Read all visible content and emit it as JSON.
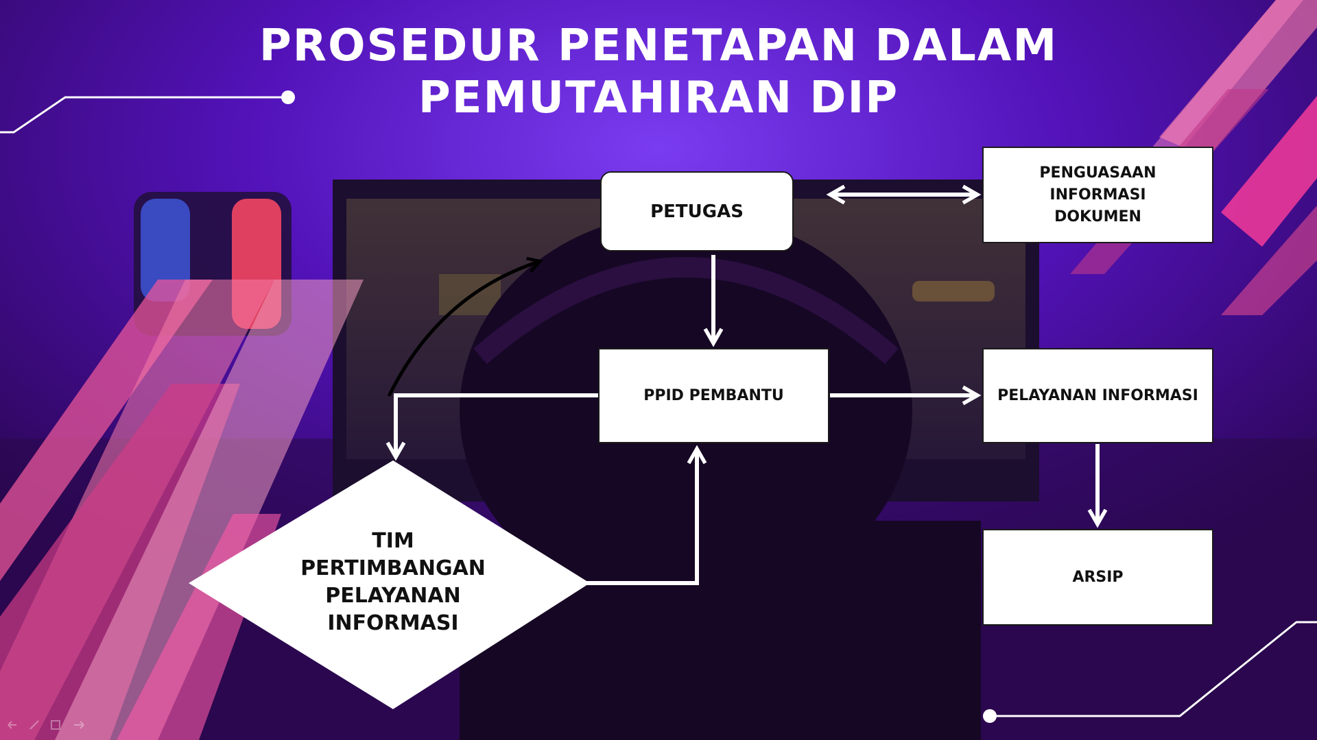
{
  "title": {
    "line1": "PROSEDUR PENETAPAN  DALAM",
    "line2": "PEMUTAHIRAN DIP"
  },
  "nodes": {
    "petugas": "PETUGAS",
    "ppid_pembantu": "PPID PEMBANTU",
    "penguasaan": {
      "line1": "PENGUASAAN INFORMASI",
      "line2": "DOKUMEN"
    },
    "pelayanan_informasi": "PELAYANAN INFORMASI",
    "arsip": "ARSIP",
    "tim": {
      "line1": "TIM",
      "line2": "PERTIMBANGAN",
      "line3": "PELAYANAN",
      "line4": "INFORMASI"
    }
  },
  "colors": {
    "accent_pink": "#ff4fa0",
    "deep_purple": "#3a0a6e",
    "violet": "#6a1fd0",
    "node_fill": "#ffffff"
  }
}
